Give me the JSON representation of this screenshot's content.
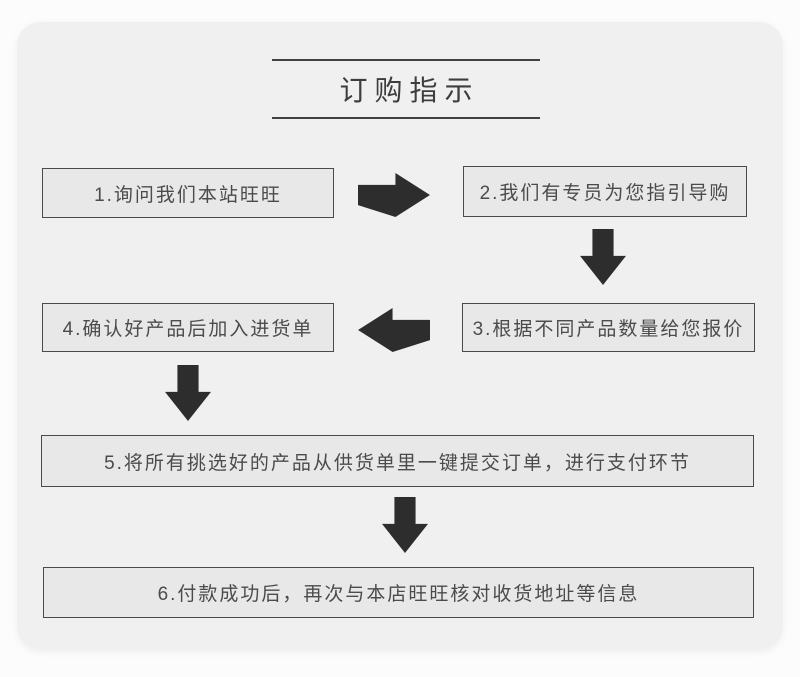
{
  "title": "订购指示",
  "steps": [
    {
      "label": "1.询问我们本站旺旺"
    },
    {
      "label": "2.我们有专员为您指引导购"
    },
    {
      "label": "3.根据不同产品数量给您报价"
    },
    {
      "label": "4.确认好产品后加入进货单"
    },
    {
      "label": "5.将所有挑选好的产品从供货单里一键提交订单，进行支付环节"
    },
    {
      "label": "6.付款成功后，再次与本店旺旺核对收货地址等信息"
    }
  ],
  "flow": [
    {
      "from": 1,
      "to": 2,
      "connector": "arrow-right"
    },
    {
      "from": 2,
      "to": 3,
      "connector": "arrow-down"
    },
    {
      "from": 3,
      "to": 4,
      "connector": "arrow-left"
    },
    {
      "from": 4,
      "to": 5,
      "connector": "arrow-down"
    },
    {
      "from": 5,
      "to": 6,
      "connector": "arrow-down"
    }
  ],
  "colors": {
    "page-bg": "#fcfcfc",
    "panel-bg": "#f0f0f1",
    "box-bg": "#e8e8e9",
    "box-border": "#4a4a4a",
    "text": "#4b4b4b",
    "title-text": "#3d3d3d",
    "rule": "#414141",
    "arrow": "#2d2d2d"
  }
}
